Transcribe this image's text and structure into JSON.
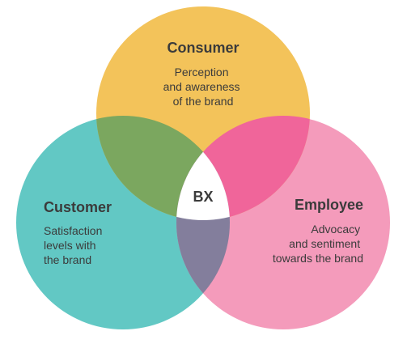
{
  "colors": {
    "consumer": "#f3c35a",
    "customer": "#62c8c4",
    "employee": "#f49bbb",
    "consumer_customer": "#7ba75f",
    "consumer_employee": "#f0659a",
    "customer_employee": "#837e9c",
    "center": "#ffffff",
    "text": "#3b3b3b"
  },
  "center": {
    "label": "BX"
  },
  "circles": {
    "consumer": {
      "title": "Consumer",
      "description": [
        "Perception",
        "and awareness",
        "of the brand"
      ]
    },
    "customer": {
      "title": "Customer",
      "description": [
        "Satisfaction",
        "levels with",
        "the brand"
      ]
    },
    "employee": {
      "title": "Employee",
      "description": [
        "Advocacy",
        "and sentiment",
        "towards the brand"
      ]
    }
  }
}
